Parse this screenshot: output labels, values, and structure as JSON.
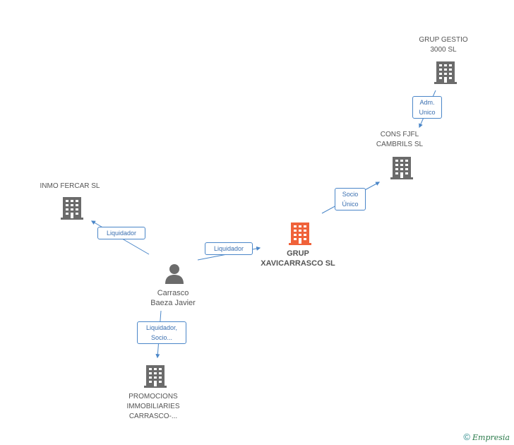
{
  "nodes": {
    "grup_gestio": {
      "label": "GRUP GESTIO\n3000 SL",
      "icon": "building-icon",
      "color": "#6b6b6b"
    },
    "cons_fjfl": {
      "label": "CONS FJFL\nCAMBRILS SL",
      "icon": "building-icon",
      "color": "#6b6b6b"
    },
    "grup_xavicarrasco": {
      "label": "GRUP\nXAVICARRASCO SL",
      "icon": "building-icon",
      "color": "#f0623a"
    },
    "inmo_fercar": {
      "label": "INMO FERCAR SL",
      "icon": "building-icon",
      "color": "#6b6b6b"
    },
    "carrasco": {
      "label": "Carrasco\nBaeza Javier",
      "icon": "person-icon",
      "color": "#6b6b6b"
    },
    "promocions": {
      "label": "PROMOCIONS\nIMMOBILIARIES\nCARRASCO-...",
      "icon": "building-icon",
      "color": "#6b6b6b"
    }
  },
  "edges": {
    "adm_unico": "Adm.\nUnico",
    "socio_unico": "Socio\nÚnico",
    "liquidador_main": "Liquidador",
    "liquidador_inmo": "Liquidador",
    "liquidador_socio": "Liquidador,\nSocio..."
  },
  "colors": {
    "edge": "#4a86c8",
    "accent": "#f0623a",
    "icon": "#6b6b6b"
  },
  "footer": {
    "copyright": "©",
    "brand": "Empresia"
  }
}
